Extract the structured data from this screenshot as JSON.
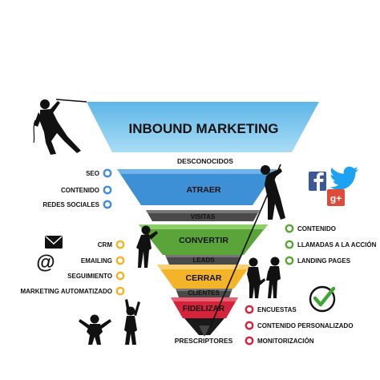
{
  "funnel": {
    "title": "INBOUND MARKETING",
    "stages": [
      {
        "key": "atraer",
        "label": "ATRAER",
        "color": "#3d8fd6",
        "dark": "#2a6aa5"
      },
      {
        "key": "convertir",
        "label": "CONVERTIR",
        "color": "#5aa43a",
        "dark": "#3e7a26"
      },
      {
        "key": "cerrar",
        "label": "CERRAR",
        "color": "#f4b42a",
        "dark": "#c88a12"
      },
      {
        "key": "fidelizar",
        "label": "FIDELIZAR",
        "color": "#d4233a",
        "dark": "#9e1526"
      }
    ],
    "transitions": {
      "top": "DESCONOCIDOS",
      "t1": "VISITAS",
      "t2": "LEADS",
      "t3": "CLIENTES",
      "bottom": "PRESCRIPTORES"
    }
  },
  "left_lists": {
    "atraer": [
      "SEO",
      "CONTENIDO",
      "REDES SOCIALES"
    ],
    "convertir": [
      "CRM",
      "EMAILING",
      "SEGUIMIENTO",
      "MARKETING AUTOMATIZADO"
    ]
  },
  "right_lists": {
    "convertir": [
      "CONTENIDO",
      "LLAMADAS A LA ACCIÓN",
      "LANDING PAGES"
    ],
    "fidelizar": [
      "ENCUESTAS",
      "CONTENIDO PERSONALIZADO",
      "MONITORIZACIÓN"
    ]
  },
  "icons": {
    "facebook": "facebook-icon",
    "twitter": "twitter-icon",
    "googleplus": "google-plus-icon",
    "googleplus_text": "g+",
    "email": "email-icon",
    "at": "at-sign-icon",
    "at_text": "@",
    "check": "check-icon"
  },
  "colors": {
    "facebook": "#3b5998",
    "twitter": "#1da1f2",
    "googleplus": "#dd4b39",
    "check_green": "#3fa535",
    "bullet_blue": "#3d8fd6",
    "bullet_yellow": "#f4b42a",
    "bullet_green": "#5aa43a",
    "bullet_red": "#d4233a",
    "hopper": "#7fc4ec"
  }
}
